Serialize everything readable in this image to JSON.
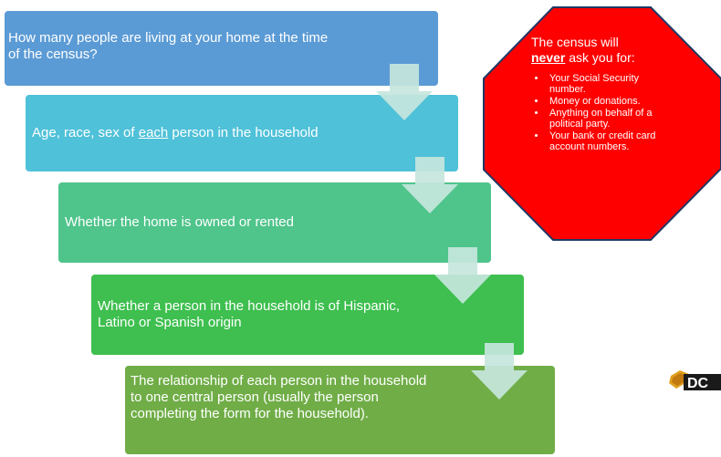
{
  "steps": [
    {
      "text": "How many people are living at your home at the time of the census?"
    },
    {
      "pre": "Age, race, sex of ",
      "emph": "each",
      "post": " person in the household"
    },
    {
      "text": "Whether the home is owned or rented"
    },
    {
      "text": "Whether a person in the household is of Hispanic, Latino or Spanish origin"
    },
    {
      "text": "The relationship of each person in the household to one central person (usually the person completing the form for the household)."
    }
  ],
  "stop_sign": {
    "line1": "The census will",
    "never": "never",
    "line2_rest": " ask you for:",
    "items": [
      "Your Social Security number.",
      "Money or donations.",
      "Anything on behalf of a political party.",
      "Your bank or credit card account numbers."
    ]
  },
  "logo": {
    "text": "DC"
  },
  "colors": {
    "step1": "#5b9bd5",
    "step2": "#4fc1d8",
    "step3": "#4fc48b",
    "step4": "#3ebf4f",
    "step5": "#70ad47",
    "arrow": "#c5e6dd",
    "stop_fill": "#ff0000",
    "stop_border": "#1f3864"
  }
}
